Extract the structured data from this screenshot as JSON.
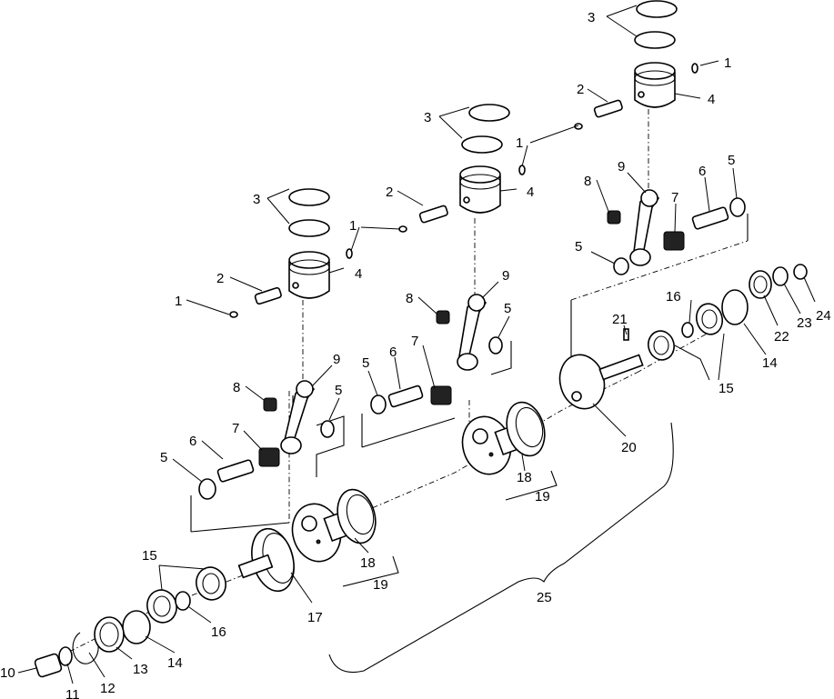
{
  "callouts": {
    "c1a": "1",
    "c1b": "1",
    "c1c": "1",
    "c2a": "2",
    "c2b": "2",
    "c2c": "2",
    "c3a": "3",
    "c3b": "3",
    "c3c": "3",
    "c4a": "4",
    "c4b": "4",
    "c4c": "4",
    "c5a": "5",
    "c5b": "5",
    "c5c": "5",
    "c5d": "5",
    "c5e": "5",
    "c5f": "5",
    "c6a": "6",
    "c6b": "6",
    "c6c": "6",
    "c7a": "7",
    "c7b": "7",
    "c7c": "7",
    "c8a": "8",
    "c8b": "8",
    "c8c": "8",
    "c9a": "9",
    "c9b": "9",
    "c9c": "9",
    "c10": "10",
    "c11": "11",
    "c12": "12",
    "c13": "13",
    "c14a": "14",
    "c14b": "14",
    "c15a": "15",
    "c15b": "15",
    "c16a": "16",
    "c16b": "16",
    "c17": "17",
    "c18a": "18",
    "c18b": "18",
    "c19a": "19",
    "c19b": "19",
    "c20": "20",
    "c21": "21",
    "c22": "22",
    "c23": "23",
    "c24": "24",
    "c25": "25"
  }
}
